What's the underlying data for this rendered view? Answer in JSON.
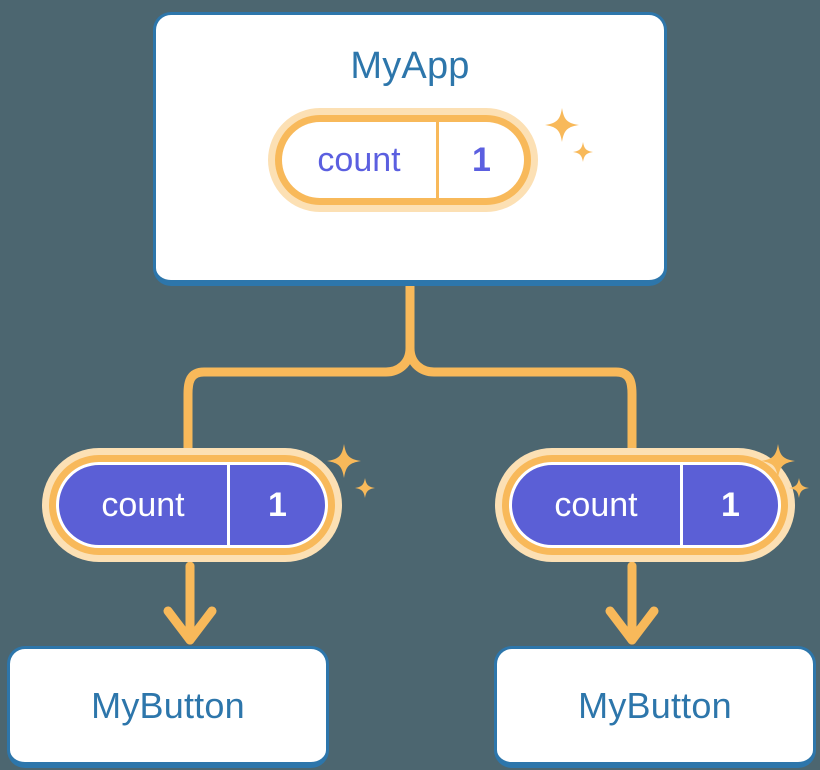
{
  "diagram": {
    "title_text": "MyApp",
    "background_color": "#4c6670",
    "accent_orange": "#f8b95a",
    "accent_orange_light": "#fce0b4",
    "accent_blue": "#2d76ab",
    "accent_purple": "#5b5fd6",
    "type": "component-state-propagation-tree"
  },
  "root": {
    "label": "MyApp",
    "state": {
      "key": "count",
      "value": "1",
      "variant": "light"
    },
    "sparkle_icon": "sparkles-icon"
  },
  "children": [
    {
      "state": {
        "key": "count",
        "value": "1",
        "variant": "solid"
      },
      "sparkle_icon": "sparkles-icon",
      "label": "MyButton"
    },
    {
      "state": {
        "key": "count",
        "value": "1",
        "variant": "solid"
      },
      "sparkle_icon": "sparkles-icon",
      "label": "MyButton"
    }
  ],
  "connectors": {
    "trunk_icon": "branch-connector-icon",
    "arrow_icon": "arrow-down-icon"
  }
}
